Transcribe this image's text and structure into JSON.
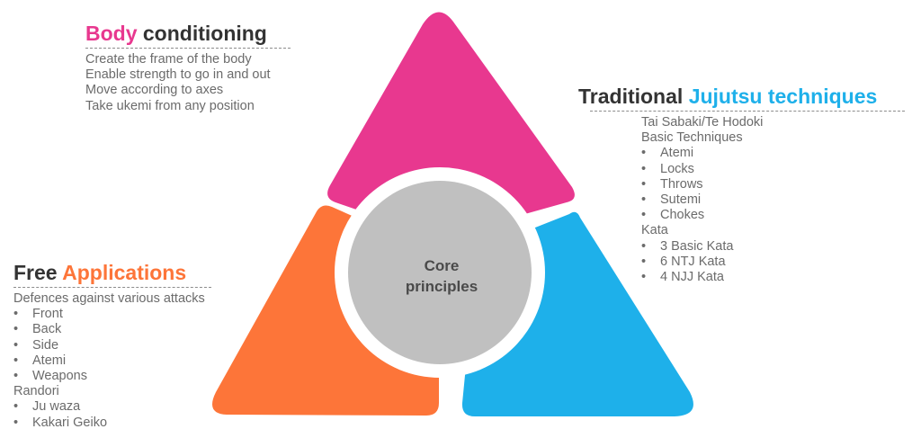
{
  "center": {
    "line1": "Core",
    "line2": "principles"
  },
  "colors": {
    "body": "#e8388f",
    "traditional": "#1eb0ea",
    "free": "#fd7539",
    "circle": "#c0c0c0",
    "ring": "#ffffff",
    "heading": "#333333",
    "text": "#6b6b6b"
  },
  "body_conditioning": {
    "heading_accent": "Body",
    "heading_rest": " conditioning",
    "items": [
      {
        "text": "Create the frame of the body"
      },
      {
        "text": "Enable strength to go in and out"
      },
      {
        "text": "Move according to axes"
      },
      {
        "text": "Take ukemi from any position"
      }
    ]
  },
  "traditional": {
    "heading_main": "Traditional ",
    "heading_accent": "Jujutsu techniques",
    "items": [
      {
        "text": "Tai Sabaki/Te Hodoki",
        "bullet": false
      },
      {
        "text": "Basic Techniques",
        "bullet": false
      },
      {
        "text": "Atemi",
        "bullet": true
      },
      {
        "text": "Locks",
        "bullet": true
      },
      {
        "text": "Throws",
        "bullet": true
      },
      {
        "text": "Sutemi",
        "bullet": true
      },
      {
        "text": "Chokes",
        "bullet": true
      },
      {
        "text": "Kata",
        "bullet": false
      },
      {
        "text": "3 Basic Kata",
        "bullet": true
      },
      {
        "text": "6 NTJ Kata",
        "bullet": true
      },
      {
        "text": "4 NJJ Kata",
        "bullet": true
      }
    ]
  },
  "free": {
    "heading_main": "Free ",
    "heading_accent": "Applications",
    "items": [
      {
        "text": "Defences against various attacks",
        "bullet": false
      },
      {
        "text": "Front",
        "bullet": true
      },
      {
        "text": "Back",
        "bullet": true
      },
      {
        "text": "Side",
        "bullet": true
      },
      {
        "text": "Atemi",
        "bullet": true
      },
      {
        "text": "Weapons",
        "bullet": true
      },
      {
        "text": "Randori",
        "bullet": false
      },
      {
        "text": "Ju waza",
        "bullet": true
      },
      {
        "text": "Kakari Geiko",
        "bullet": true
      }
    ]
  }
}
